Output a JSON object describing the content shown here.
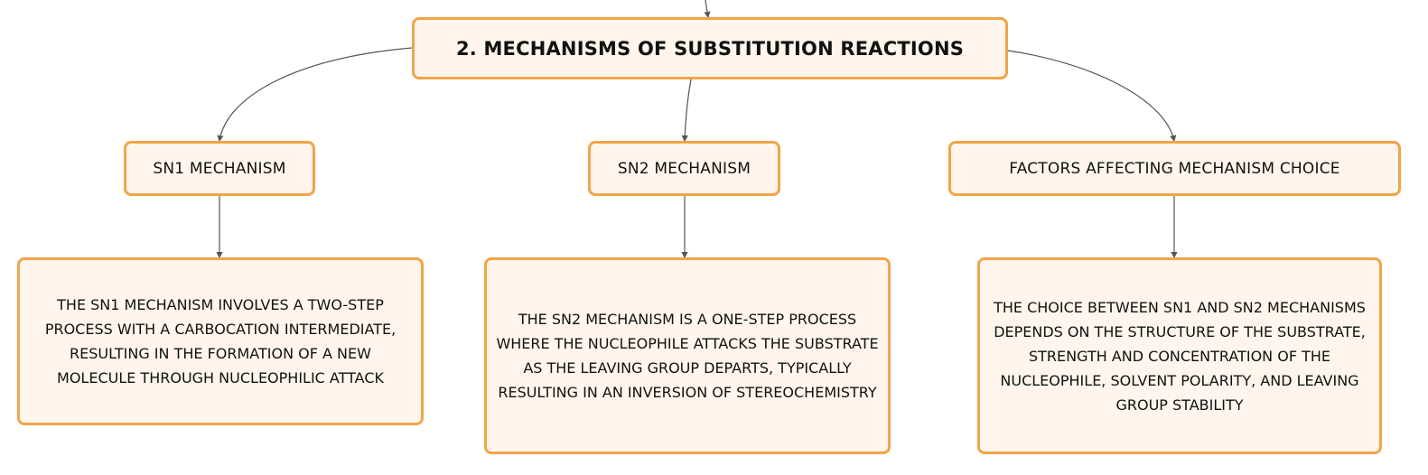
{
  "colors": {
    "node_fill": "#fff5ec",
    "node_border": "#f2a44a",
    "connector": "#555555",
    "text": "#111111"
  },
  "root": {
    "label": "2. MECHANISMS OF SUBSTITUTION REACTIONS"
  },
  "branches": [
    {
      "label": "SN1 MECHANISM",
      "detail": "THE SN1 MECHANISM INVOLVES A TWO-STEP PROCESS WITH A CARBOCATION INTERMEDIATE, RESULTING IN THE FORMATION OF A NEW MOLECULE THROUGH NUCLEOPHILIC ATTACK"
    },
    {
      "label": "SN2 MECHANISM",
      "detail": "THE SN2 MECHANISM IS A ONE-STEP PROCESS WHERE THE NUCLEOPHILE ATTACKS THE SUBSTRATE AS THE LEAVING GROUP DEPARTS, TYPICALLY RESULTING IN AN INVERSION OF STEREOCHEMISTRY"
    },
    {
      "label": "FACTORS AFFECTING MECHANISM CHOICE",
      "detail": "THE CHOICE BETWEEN SN1 AND SN2 MECHANISMS DEPENDS ON THE STRUCTURE OF THE SUBSTRATE, STRENGTH AND CONCENTRATION OF THE NUCLEOPHILE, SOLVENT POLARITY, AND LEAVING GROUP STABILITY"
    }
  ]
}
